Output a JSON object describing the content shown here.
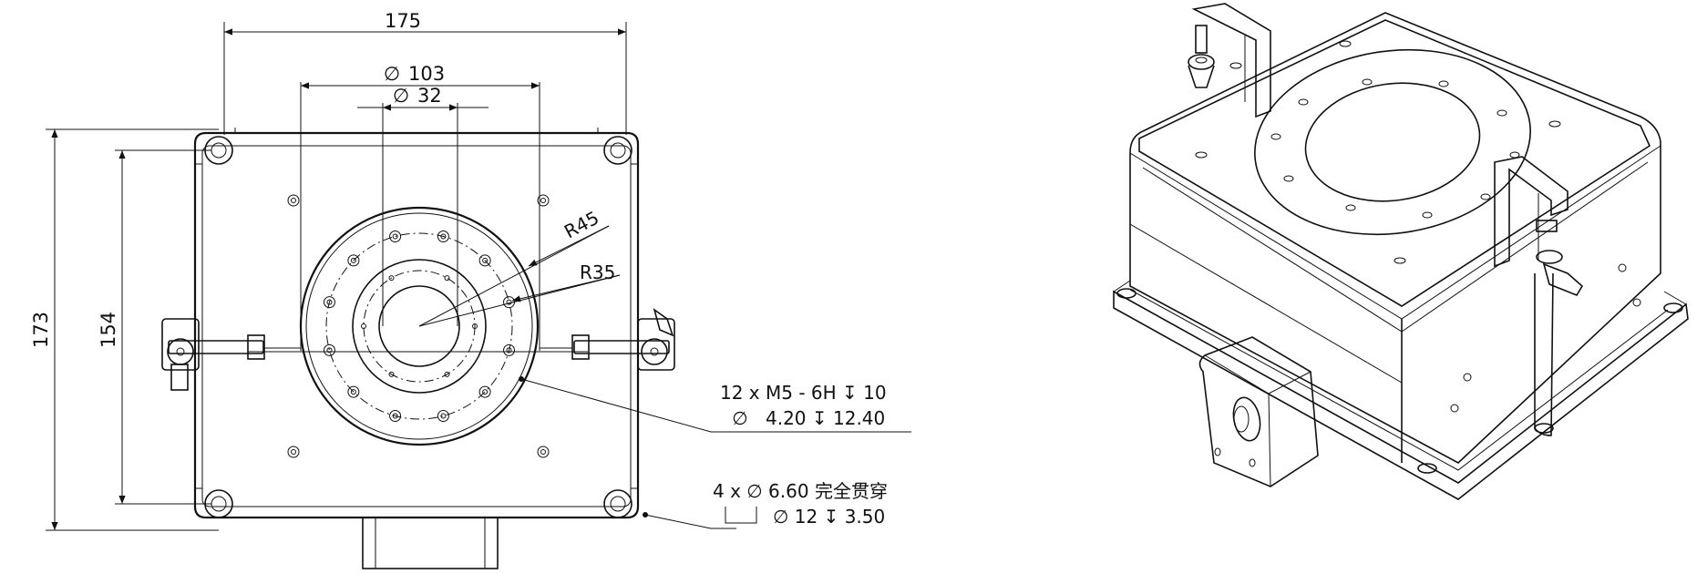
{
  "drawing": {
    "dimensions": {
      "width_overall": "175",
      "bolt_circle": "103",
      "bore": "32",
      "height_overall": "173",
      "hole_spacing": "154",
      "radius_outer": "R45",
      "radius_inner": "R35"
    },
    "notes": {
      "tapped_holes_line1": "12 x  M5 - 6H ↧ 10",
      "tapped_holes_line2": "4.20 ↧ 12.40",
      "through_holes_line1": "4 x ∅  6.60 完全贯穿",
      "through_holes_line2": "∅  12 ↧  3.50"
    },
    "symbols": {
      "diameter": "∅"
    }
  }
}
